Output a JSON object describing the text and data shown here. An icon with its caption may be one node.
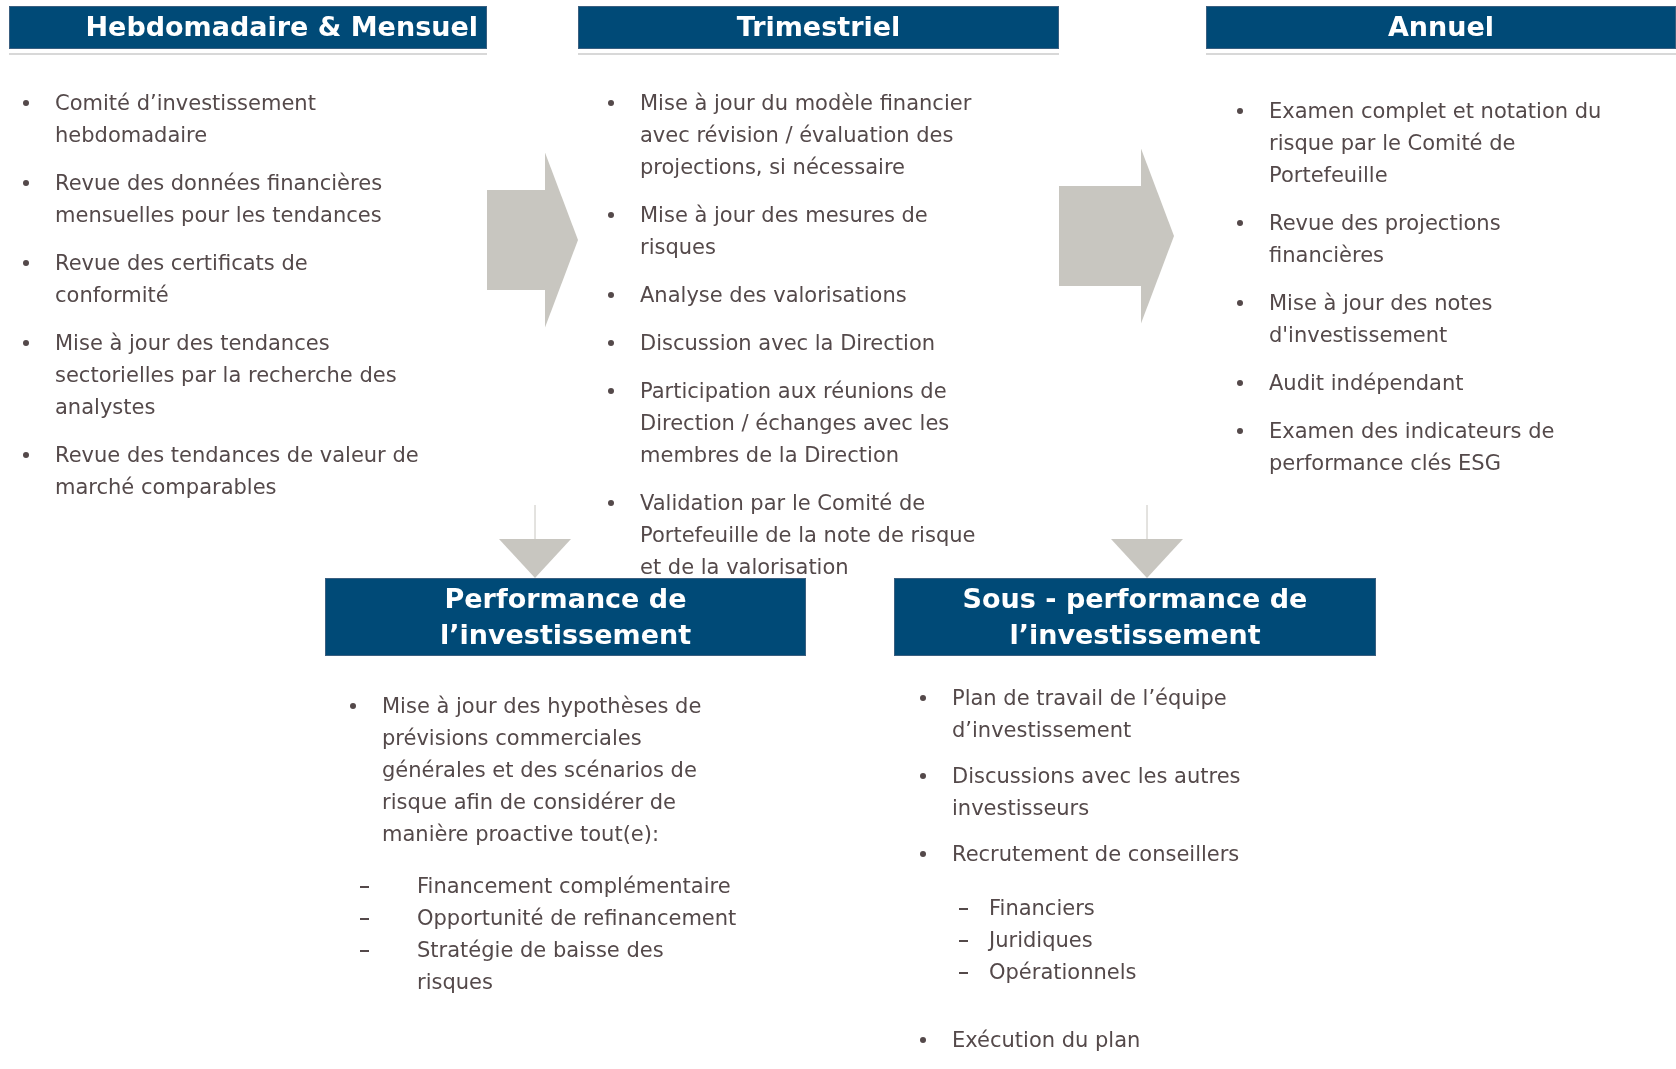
{
  "diagram": {
    "nodes": [
      {
        "text": [
          "Hebdomadaire & Mensuel",
          "Comité d’investissement hebdomadaire",
          "Revue des données financières mensuelles pour les tendances",
          "Revue des certificats de conformité",
          "Mise à jour des tendances sectorielles par la recherche des analystes",
          "Revue des tendances de valeur de marché comparables"
        ]
      },
      {
        "text": [
          "Trimestriel",
          "Mise à jour du modèle financier avec révision / évaluation des projections, si nécessaire",
          "Mise à jour des mesures de risques",
          "Analyse des valorisations",
          "Discussion avec la Direction",
          "Participation aux réunions de Direction / échanges avec les membres de la Direction",
          "Validation par le Comité de Portefeuille de la note de risque et de la valorisation"
        ]
      },
      {
        "text": [
          "Annuel",
          "Examen complet et notation du risque par le Comité de Portefeuille",
          "Revue des projections financières",
          "Mise à jour des notes d'investissement",
          "Audit indépendant",
          "Examen des indicateurs de performance clés ESG"
        ]
      },
      {
        "text": [
          "Performance de l’investissement",
          "Mise à jour des hypothèses de prévisions commerciales générales et des scénarios de risque afin de considérer de manière proactive tout(e):",
          "Financement complémentaire",
          "Opportunité de refinancement",
          "Stratégie de baisse des risques"
        ]
      },
      {
        "text": [
          "Sous - performance de l’investissement",
          "Plan de travail de l’équipe d’investissement",
          "Discussions avec les autres investisseurs",
          "Recrutement de conseillers",
          "Financiers",
          "Juridiques",
          "Opérationnels",
          "Exécution du plan"
        ]
      }
    ],
    "edges": [
      {
        "from": 0,
        "to": 1,
        "arrow": "to",
        "style": "thick"
      },
      {
        "from": 1,
        "to": 2,
        "arrow": "to",
        "style": "thick"
      },
      {
        "from": null,
        "to": 3,
        "arrow": "to"
      },
      {
        "from": null,
        "to": 4,
        "arrow": "to"
      }
    ]
  }
}
